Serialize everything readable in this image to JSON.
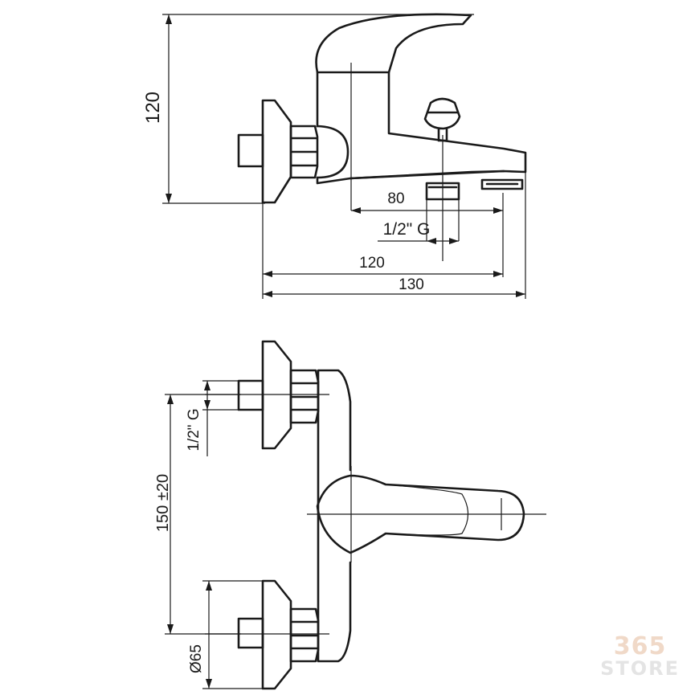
{
  "side_view": {
    "height_label": "120",
    "spout_label": "80",
    "thread_label": "1/2\" G",
    "depth_label": "120",
    "overall_label": "130"
  },
  "top_view": {
    "center_distance_label": "150 ±20",
    "thread_label": "1/2\" G",
    "diameter_label": "Ø65"
  },
  "watermark": {
    "number": "365",
    "word": "STORE"
  },
  "colors": {
    "line": "#1a1a1a",
    "background": "#ffffff",
    "watermark_number": "#f0d9c8",
    "watermark_word": "#e4e4e4"
  }
}
